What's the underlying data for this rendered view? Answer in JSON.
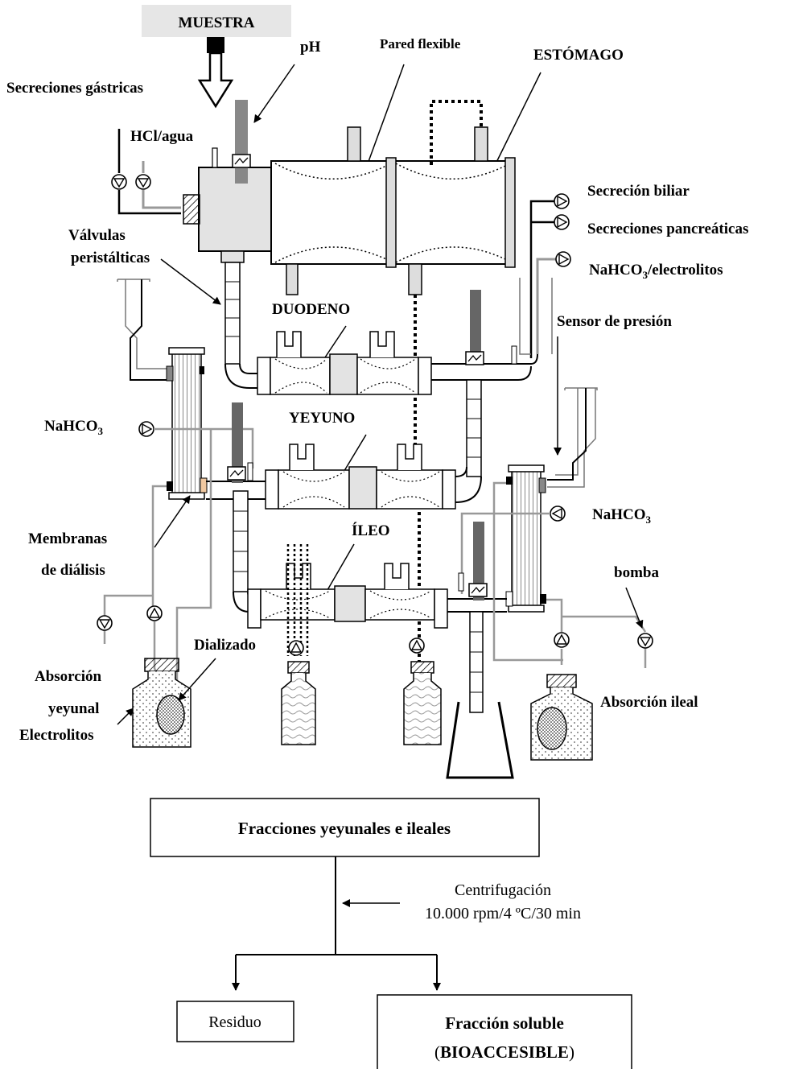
{
  "labels": {
    "muestra": "MUESTRA",
    "ph": "pH",
    "pared_flexible": "Pared flexible",
    "estomago": "ESTÓMAGO",
    "secreciones_gastricas": "Secreciones gástricas",
    "hcl_agua": "HCl/agua",
    "valvulas_1": "Válvulas",
    "valvulas_2": "peristálticas",
    "secrecion_biliar": "Secreción biliar",
    "secreciones_pancreaticas": "Secreciones pancreáticas",
    "nahco3_electrolitos": "NaHCO",
    "nahco3_electrolitos_sub": "3",
    "nahco3_electrolitos_rest": "/electrolitos",
    "duodeno": "DUODENO",
    "sensor_presion": "Sensor de presión",
    "nahco3_left": "NaHCO",
    "nahco3_left_sub": "3",
    "yeyuno": "YEYUNO",
    "nahco3_right": "NaHCO",
    "nahco3_right_sub": "3",
    "membranas_1": "Membranas",
    "membranas_2": "de diálisis",
    "ileo": "ÍLEO",
    "bomba": "bomba",
    "dializado": "Dializado",
    "absorcion_yeyunal_1": "Absorción",
    "absorcion_yeyunal_2": "yeyunal",
    "electrolitos": "Electrolitos",
    "absorcion_ileal": "Absorción ileal"
  },
  "flow": {
    "fracciones": "Fracciones yeyunales e ileales",
    "centrifugacion": "Centrifugación",
    "centrifugacion_params": "10.000 rpm/4 ºC/30 min",
    "residuo": "Residuo",
    "fraccion_soluble": "Fracción soluble",
    "bioaccesible_open": "(",
    "bioaccesible": "BIOACCESIBLE",
    "bioaccesible_close": ")"
  }
}
